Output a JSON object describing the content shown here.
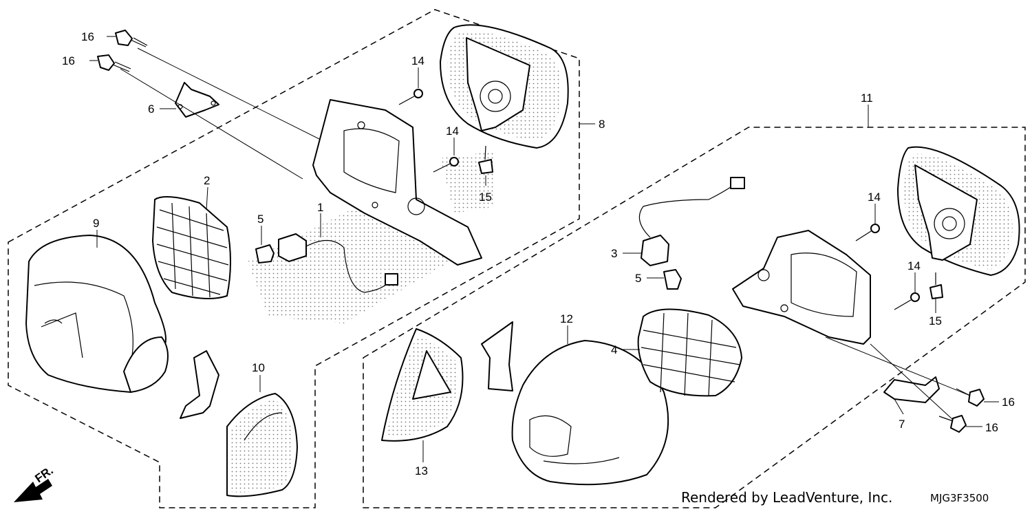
{
  "diagram": {
    "callouts": {
      "p1": "1",
      "p2": "2",
      "p3": "3",
      "p4": "4",
      "p5a": "5",
      "p5b": "5",
      "p6": "6",
      "p7": "7",
      "p8": "8",
      "p9": "9",
      "p10": "10",
      "p11": "11",
      "p12": "12",
      "p13": "13",
      "p14a": "14",
      "p14b": "14",
      "p14c": "14",
      "p14d": "14",
      "p15a": "15",
      "p15b": "15",
      "p16a": "16",
      "p16b": "16",
      "p16c": "16",
      "p16d": "16"
    },
    "front_label": "FR.",
    "credit": "Rendered by LeadVenture, Inc.",
    "code": "MJG3F3500"
  }
}
